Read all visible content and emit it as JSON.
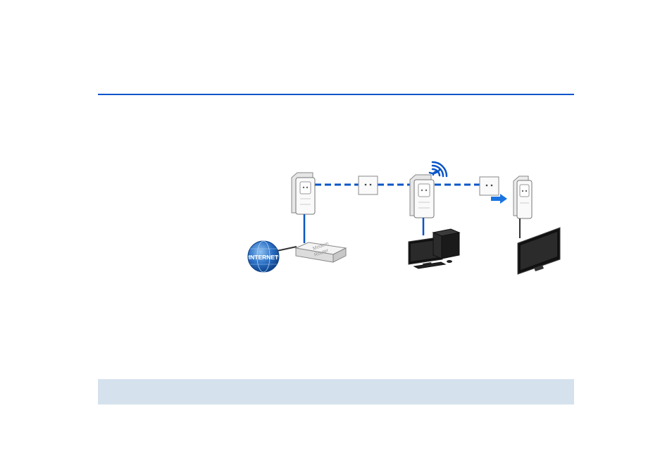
{
  "colors": {
    "accent_blue": "#0a55c8",
    "band_bg": "#d5e2ee",
    "globe_blue": "#2a6fc4"
  },
  "labels": {
    "internet": "INTERNET",
    "router_line1": "Modem",
    "router_line2": "Router"
  },
  "icons": [
    "powerline-adapter-icon",
    "wall-socket-icon",
    "wifi-signal-icon",
    "internet-globe-icon",
    "router-icon",
    "desktop-pc-icon",
    "tv-icon"
  ]
}
